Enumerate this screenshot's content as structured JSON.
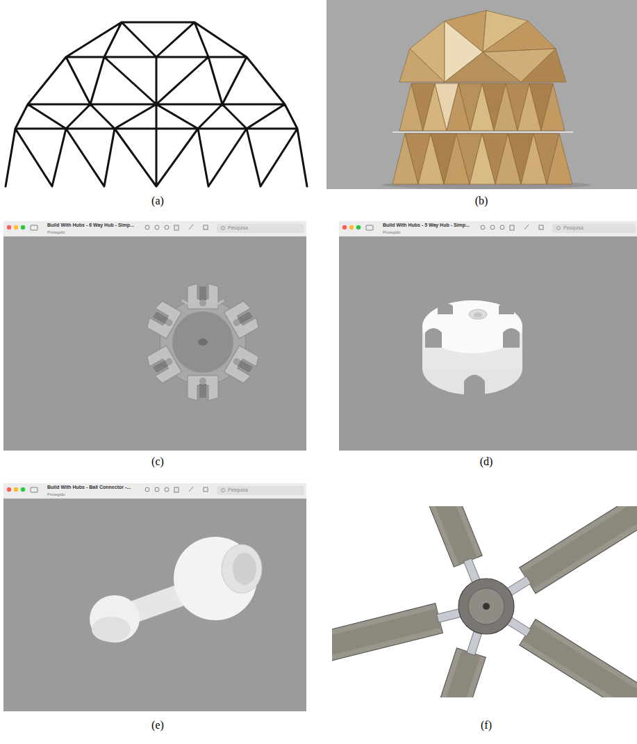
{
  "diagram": {
    "labels": [
      "(a)",
      "(b)",
      "Build With Hubs - 6 Way Hub - Simp...",
      "Protegido",
      "Pesquisa",
      "(c)",
      "Build With Hubs - 5 Way Hub - Simp...",
      "Protegido",
      "Pesquisa",
      "(d)",
      "Build With Hubs - Ball Connector -...",
      "Protegido",
      "Pesquisa",
      "(e)",
      "(f)"
    ]
  }
}
